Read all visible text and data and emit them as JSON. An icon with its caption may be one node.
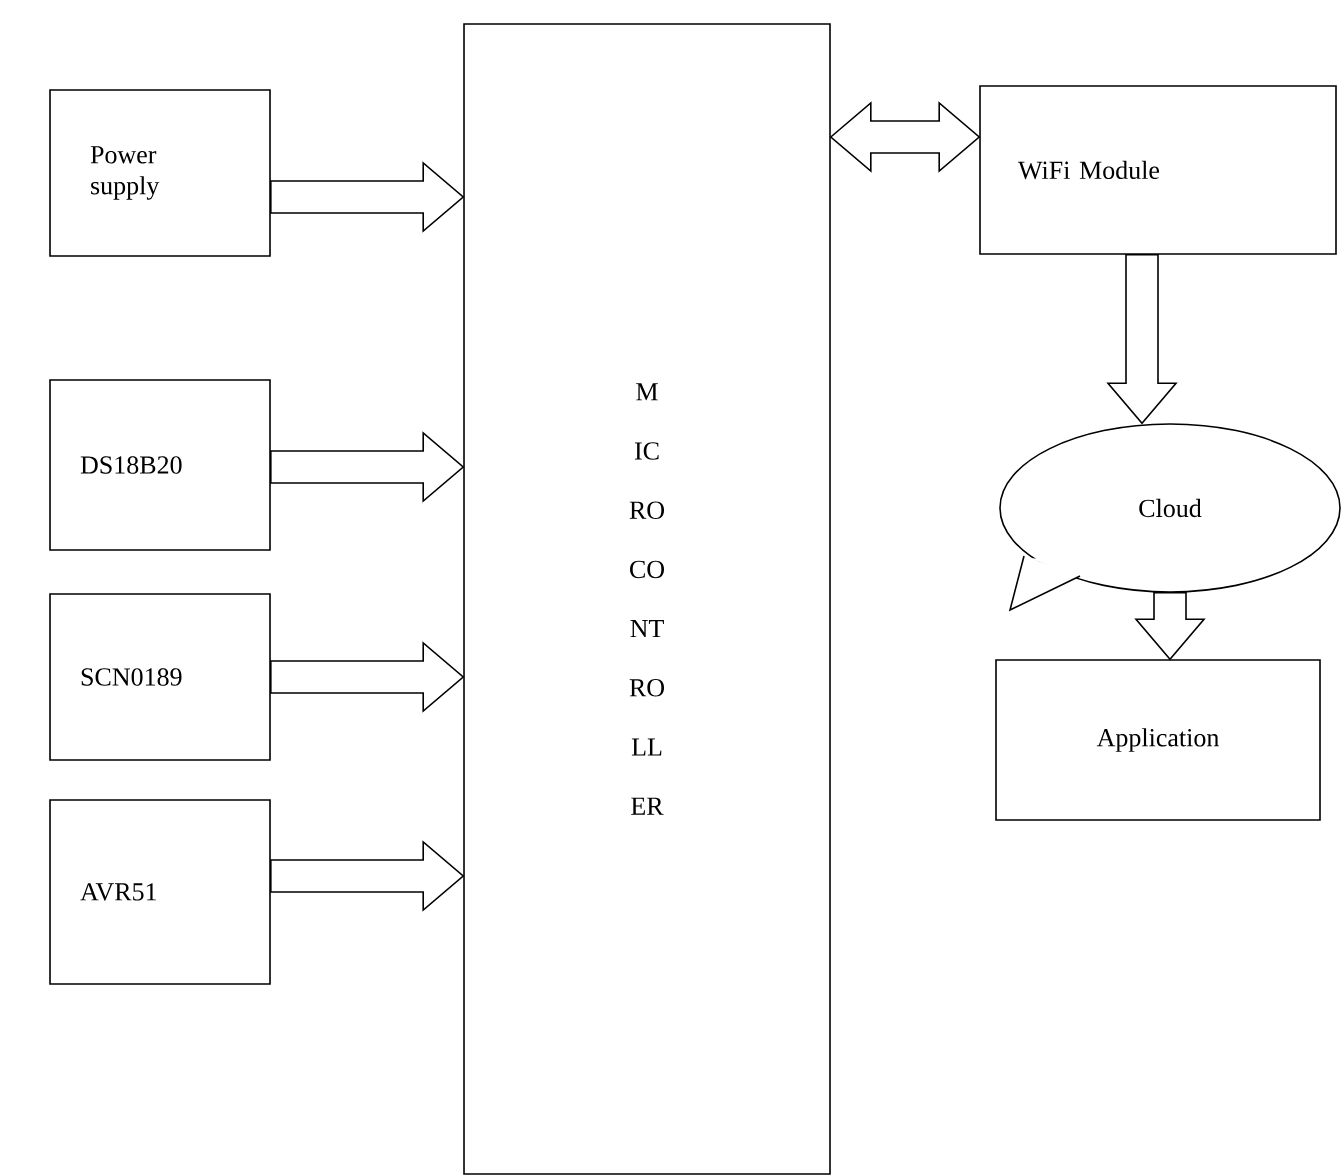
{
  "diagram": {
    "nodes": [
      {
        "text": [
          "Power supply"
        ]
      },
      {
        "text": [
          "MICROCONTROLLER"
        ]
      },
      {
        "text": [
          "DS18B20"
        ]
      },
      {
        "text": [
          "SCN0189"
        ]
      },
      {
        "text": [
          "AVR51"
        ]
      },
      {
        "text": [
          "WiFi Module"
        ]
      },
      {
        "text": [
          "Cloud"
        ]
      },
      {
        "text": [
          "Application"
        ]
      }
    ],
    "edges": [
      {
        "from": 0,
        "to": 1,
        "arrow": "to"
      },
      {
        "from": 2,
        "to": 1,
        "arrow": "to"
      },
      {
        "from": 3,
        "to": 1,
        "arrow": "to"
      },
      {
        "from": 4,
        "to": 1,
        "arrow": "to"
      },
      {
        "from": 1,
        "to": 5,
        "arrow": "both"
      },
      {
        "from": 5,
        "to": 6,
        "arrow": "to"
      },
      {
        "from": 6,
        "to": 7,
        "arrow": "to"
      }
    ]
  }
}
